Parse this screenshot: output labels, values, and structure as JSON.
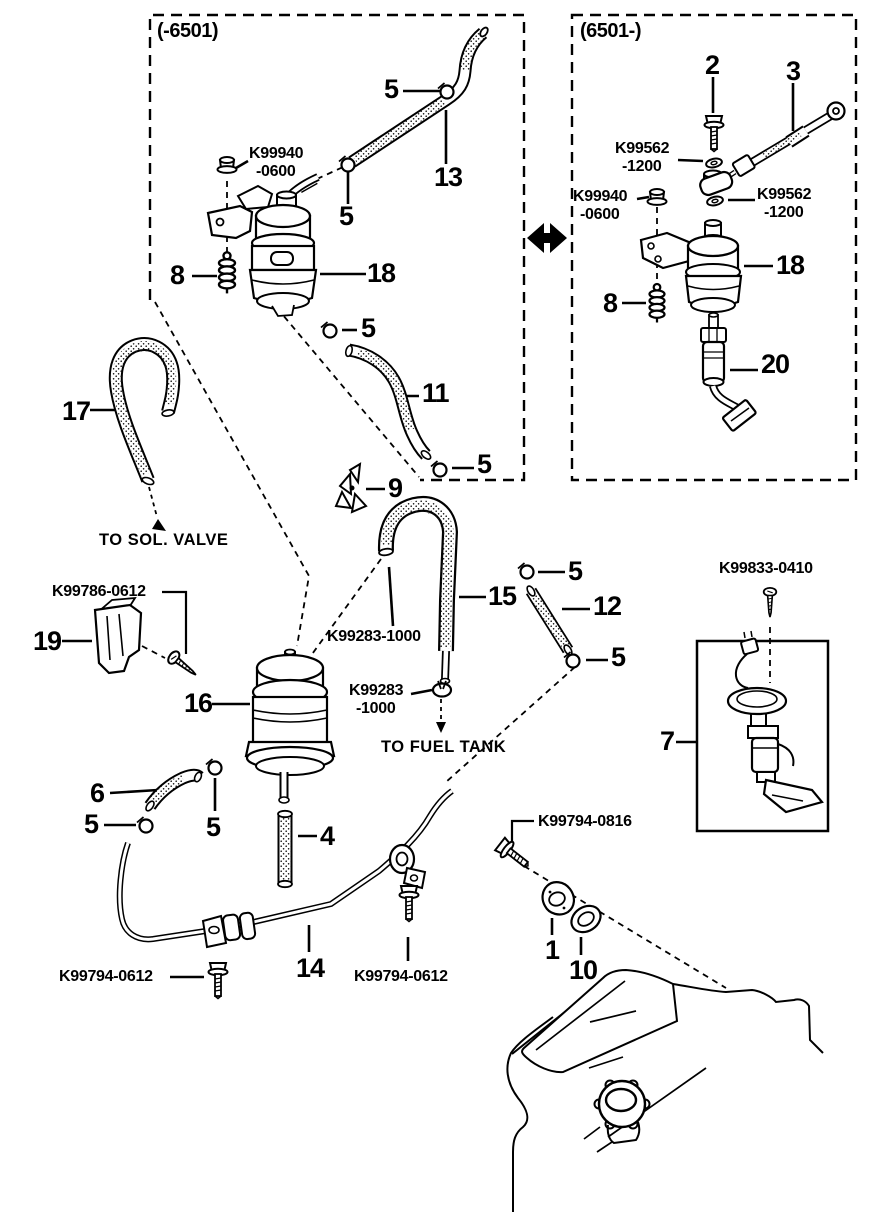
{
  "page": {
    "background": "#ffffff",
    "ink": "#000000"
  },
  "panels": {
    "early": {
      "title": "(-6501)"
    },
    "late": {
      "title": "(6501-)"
    }
  },
  "annotations": {
    "to_sol_valve": "TO SOL. VALVE",
    "to_fuel_tank": "TO FUEL TANK"
  },
  "callouts": {
    "n1": "1",
    "n2": "2",
    "n3": "3",
    "n4": "4",
    "n5": "5",
    "n6": "6",
    "n7": "7",
    "n8": "8",
    "n9": "9",
    "n10": "10",
    "n11": "11",
    "n12": "12",
    "n13": "13",
    "n14": "14",
    "n15": "15",
    "n16": "16",
    "n17": "17",
    "n18": "18",
    "n19": "19",
    "n20": "20"
  },
  "part_numbers": {
    "k99940_0600": {
      "line1": "K99940",
      "line2": "-0600"
    },
    "k99562_1200": {
      "line1": "K99562",
      "line2": "-1200"
    },
    "k99283_1000": {
      "full": "K99283-1000",
      "line1": "K99283",
      "line2": "-1000"
    },
    "k99833_0410": "K99833-0410",
    "k99786_0612": "K99786-0612",
    "k99794_0816": "K99794-0816",
    "k99794_0612": "K99794-0612"
  }
}
